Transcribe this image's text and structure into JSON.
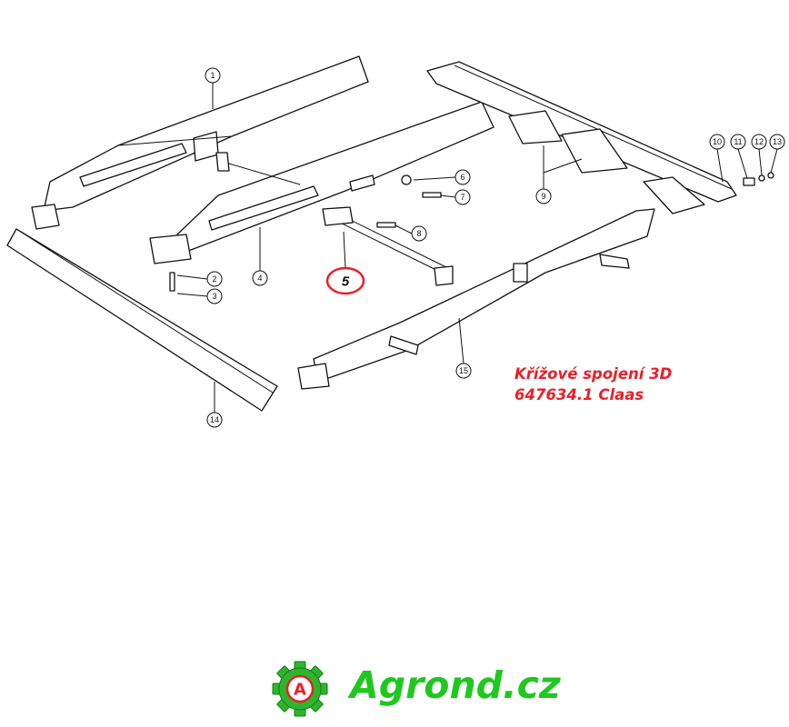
{
  "diagram": {
    "callouts": [
      {
        "id": "1",
        "label": "1"
      },
      {
        "id": "2",
        "label": "2"
      },
      {
        "id": "3",
        "label": "3"
      },
      {
        "id": "4",
        "label": "4"
      },
      {
        "id": "5",
        "label": "5",
        "highlighted": true
      },
      {
        "id": "6",
        "label": "6"
      },
      {
        "id": "7",
        "label": "7"
      },
      {
        "id": "8",
        "label": "8"
      },
      {
        "id": "9",
        "label": "9"
      },
      {
        "id": "10",
        "label": "10"
      },
      {
        "id": "11",
        "label": "11"
      },
      {
        "id": "12",
        "label": "12"
      },
      {
        "id": "13",
        "label": "13"
      },
      {
        "id": "14",
        "label": "14"
      },
      {
        "id": "15",
        "label": "15"
      }
    ],
    "highlight_color": "#e8202a"
  },
  "caption": {
    "line1": "Křížové spojení 3D",
    "line2": "647634.1 Claas",
    "color": "#e8202a"
  },
  "brand": {
    "name": "Agrond.cz",
    "logo_letter": "A",
    "color": "#1ec81e",
    "logo_icon": "gear-icon"
  }
}
